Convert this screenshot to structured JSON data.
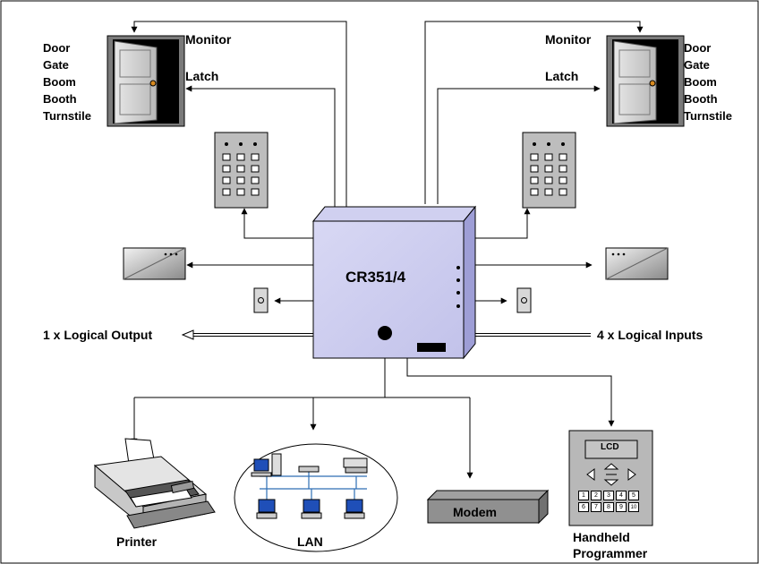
{
  "controller": {
    "name": "CR351/4"
  },
  "left_door": {
    "monitor_label": "Monitor",
    "latch_label": "Latch",
    "types": [
      "Door",
      "Gate",
      "Boom",
      "Booth",
      "Turnstile"
    ]
  },
  "right_door": {
    "monitor_label": "Monitor",
    "latch_label": "Latch",
    "types": [
      "Door",
      "Gate",
      "Boom",
      "Booth",
      "Turnstile"
    ]
  },
  "logical_output_label": "1 x Logical Output",
  "logical_inputs_label": "4 x Logical Inputs",
  "printer_label": "Printer",
  "lan_label": "LAN",
  "modem_label": "Modem",
  "programmer": {
    "label_line1": "Handheld",
    "label_line2": "Programmer",
    "lcd_label": "LCD",
    "keys": [
      "1",
      "2",
      "3",
      "4",
      "5",
      "6",
      "7",
      "8",
      "9",
      "10"
    ]
  }
}
